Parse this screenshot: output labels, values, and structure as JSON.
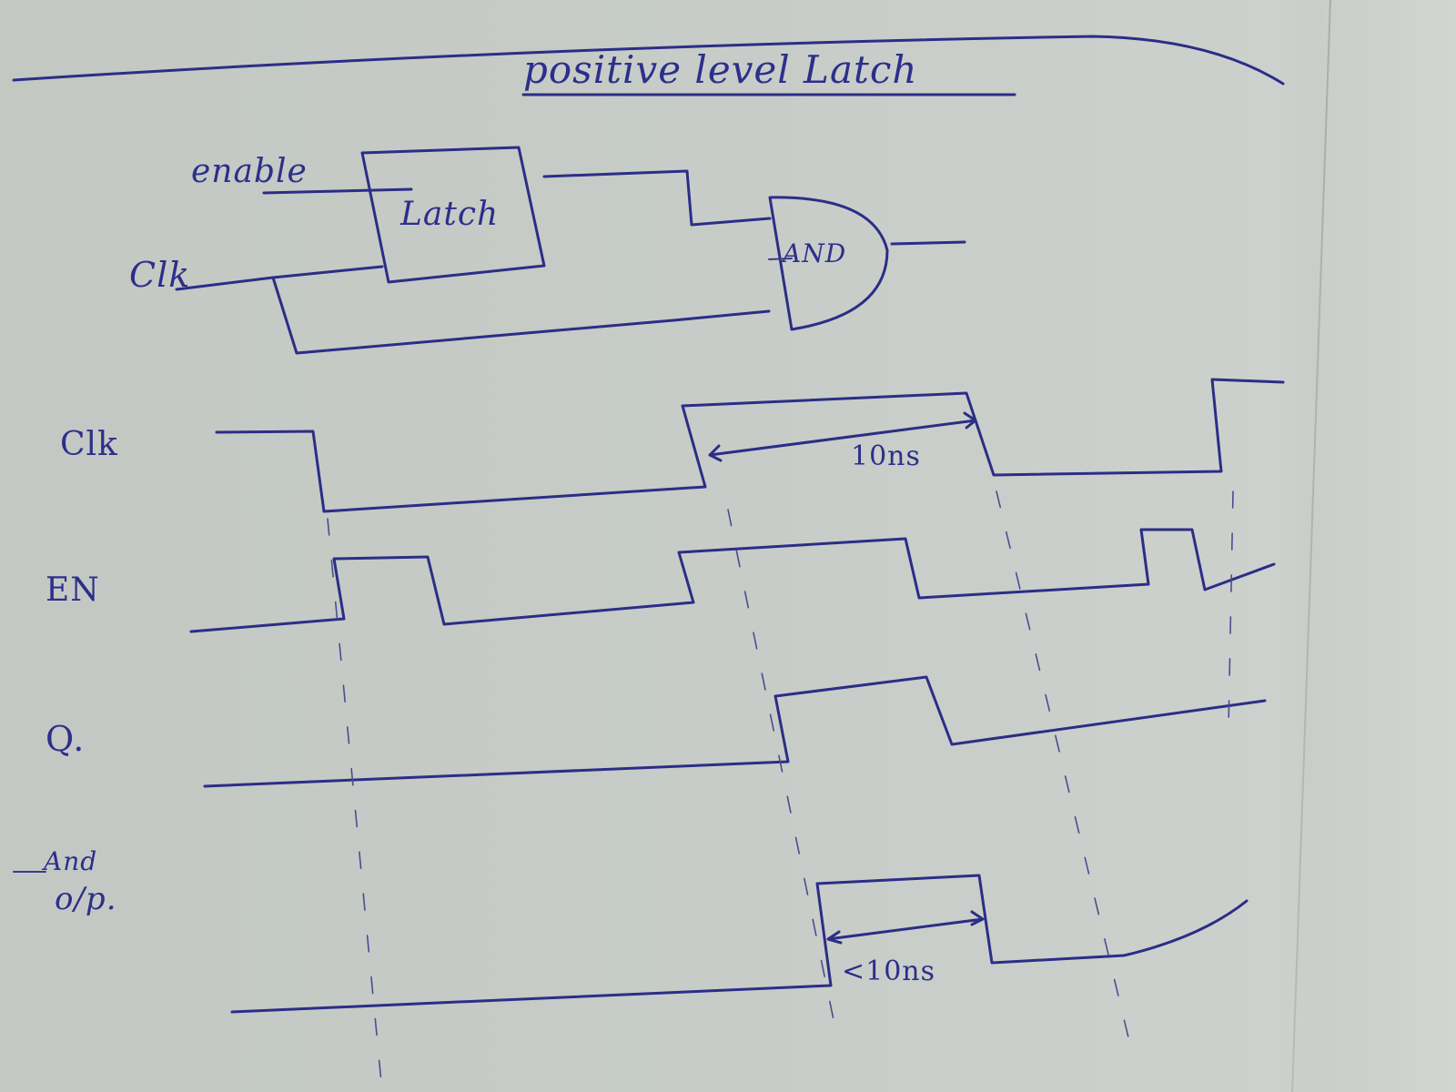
{
  "title": "positive level Latch",
  "circuit": {
    "inputs": {
      "enable_label": "enable",
      "clk_label": "Clk"
    },
    "latch_block_label": "Latch",
    "gate_label": "AND"
  },
  "waveforms": {
    "signals": [
      {
        "name": "Clk",
        "label": "Clk"
      },
      {
        "name": "EN",
        "label": "EN"
      },
      {
        "name": "Q",
        "label": "Q."
      },
      {
        "name": "And_op",
        "label_line1": "And",
        "label_line2": "o/p."
      }
    ],
    "annotations": {
      "clk_period": "10ns",
      "and_pulse_width": "<10ns"
    }
  },
  "colors": {
    "ink": "#2b2e86",
    "paper": "#c7ccc8"
  }
}
